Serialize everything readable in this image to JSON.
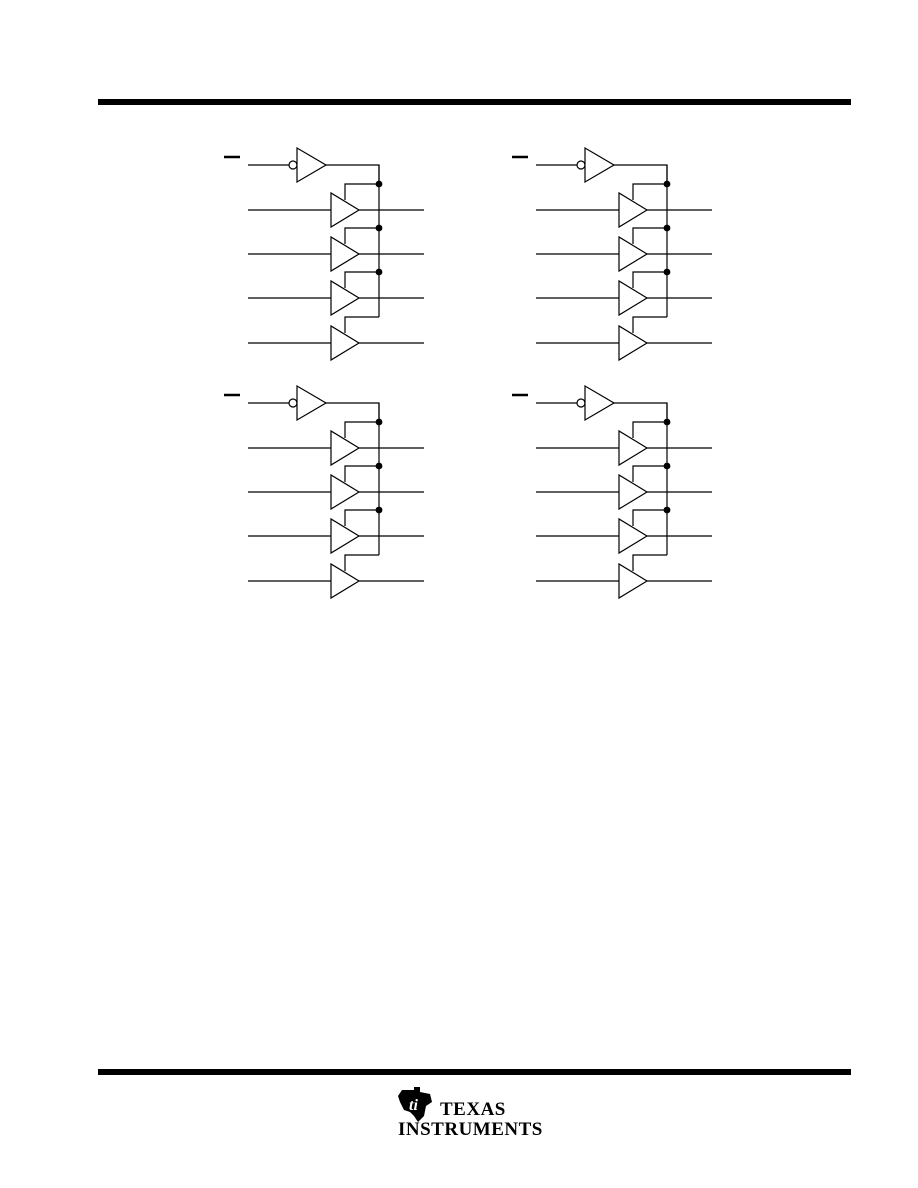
{
  "footer": {
    "brand_line1": "TEXAS",
    "brand_line2": "INSTRUMENTS",
    "logo_icon": "ti-state-logo-icon"
  },
  "diagram": {
    "type": "logic-diagram",
    "sections": [
      {
        "id": "section-1",
        "control_gate": "inverting-buffer",
        "buffers": 4,
        "input_bar_label": ""
      },
      {
        "id": "section-2",
        "control_gate": "inverting-buffer",
        "buffers": 4,
        "input_bar_label": ""
      },
      {
        "id": "section-3",
        "control_gate": "inverting-buffer",
        "buffers": 4,
        "input_bar_label": ""
      },
      {
        "id": "section-4",
        "control_gate": "inverting-buffer",
        "buffers": 4,
        "input_bar_label": ""
      }
    ],
    "colors": {
      "line": "#000000",
      "background": "#ffffff"
    }
  }
}
